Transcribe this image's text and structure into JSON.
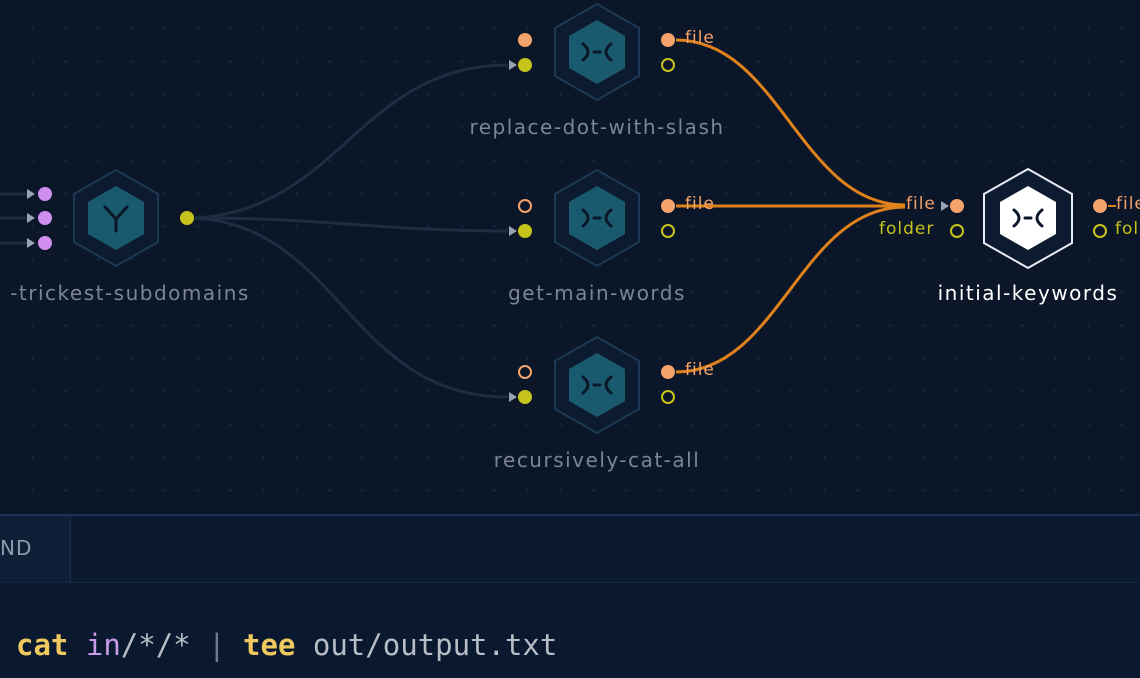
{
  "nodes": {
    "subdomains": {
      "label": "-trickest-subdomains"
    },
    "replace": {
      "label": "replace-dot-with-slash",
      "out_file": "file"
    },
    "mainwords": {
      "label": "get-main-words",
      "out_file": "file"
    },
    "recursive": {
      "label": "recursively-cat-all",
      "out_file": "file"
    },
    "initial": {
      "label": "initial-keywords",
      "in_file": "file",
      "in_folder": "folder",
      "out_file": "file",
      "out_folder": "folder"
    }
  },
  "tabs": {
    "command": "ND"
  },
  "command": {
    "cmd1": "cat",
    "dir": "in",
    "glob": "/*/*",
    "pipe": "|",
    "cmd2": "tee",
    "arg": "out/output.txt"
  },
  "colors": {
    "file_port": "#f4a36b",
    "folder_port": "#c6c31a",
    "list_port": "#d08ef0",
    "active_edge": "#e0821c",
    "inactive_edge": "#1e2d42"
  }
}
